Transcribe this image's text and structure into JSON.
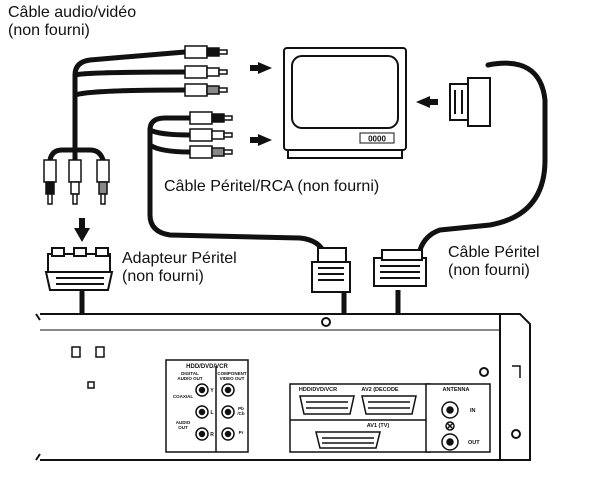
{
  "labels": {
    "av_cable": [
      "Câble audio/vidéo",
      "(non fourni)"
    ],
    "scart_rca_cable": "Câble Péritel/RCA (non fourni)",
    "scart_adapter": [
      "Adapteur Péritel",
      "(non fourni)"
    ],
    "scart_cable": [
      "Câble Péritel",
      "(non fourni)"
    ]
  },
  "panel": {
    "hdd_dvd_vcr": "HDD/DVD/VCR",
    "digital_audio_out": [
      "DIGITAL",
      "AUDIO OUT"
    ],
    "component_video_out": [
      "COMPONENT",
      "VIDEO OUT"
    ],
    "coaxial": "COAXIAL",
    "audio_out": [
      "AUDIO",
      "OUT"
    ],
    "y": "Y",
    "l": "L",
    "r": "R",
    "pb_cb": [
      "Pb",
      "/Cb"
    ],
    "pr_cr": "Pr",
    "scart_top_left": "HDD/DVD/VCR",
    "scart_top_right": "AV2 (DECODE",
    "scart_bottom": "AV1 (TV)",
    "antenna": "ANTENNA",
    "ant_in": "IN",
    "ant_out": "OUT",
    "tv_panel": "0000"
  }
}
